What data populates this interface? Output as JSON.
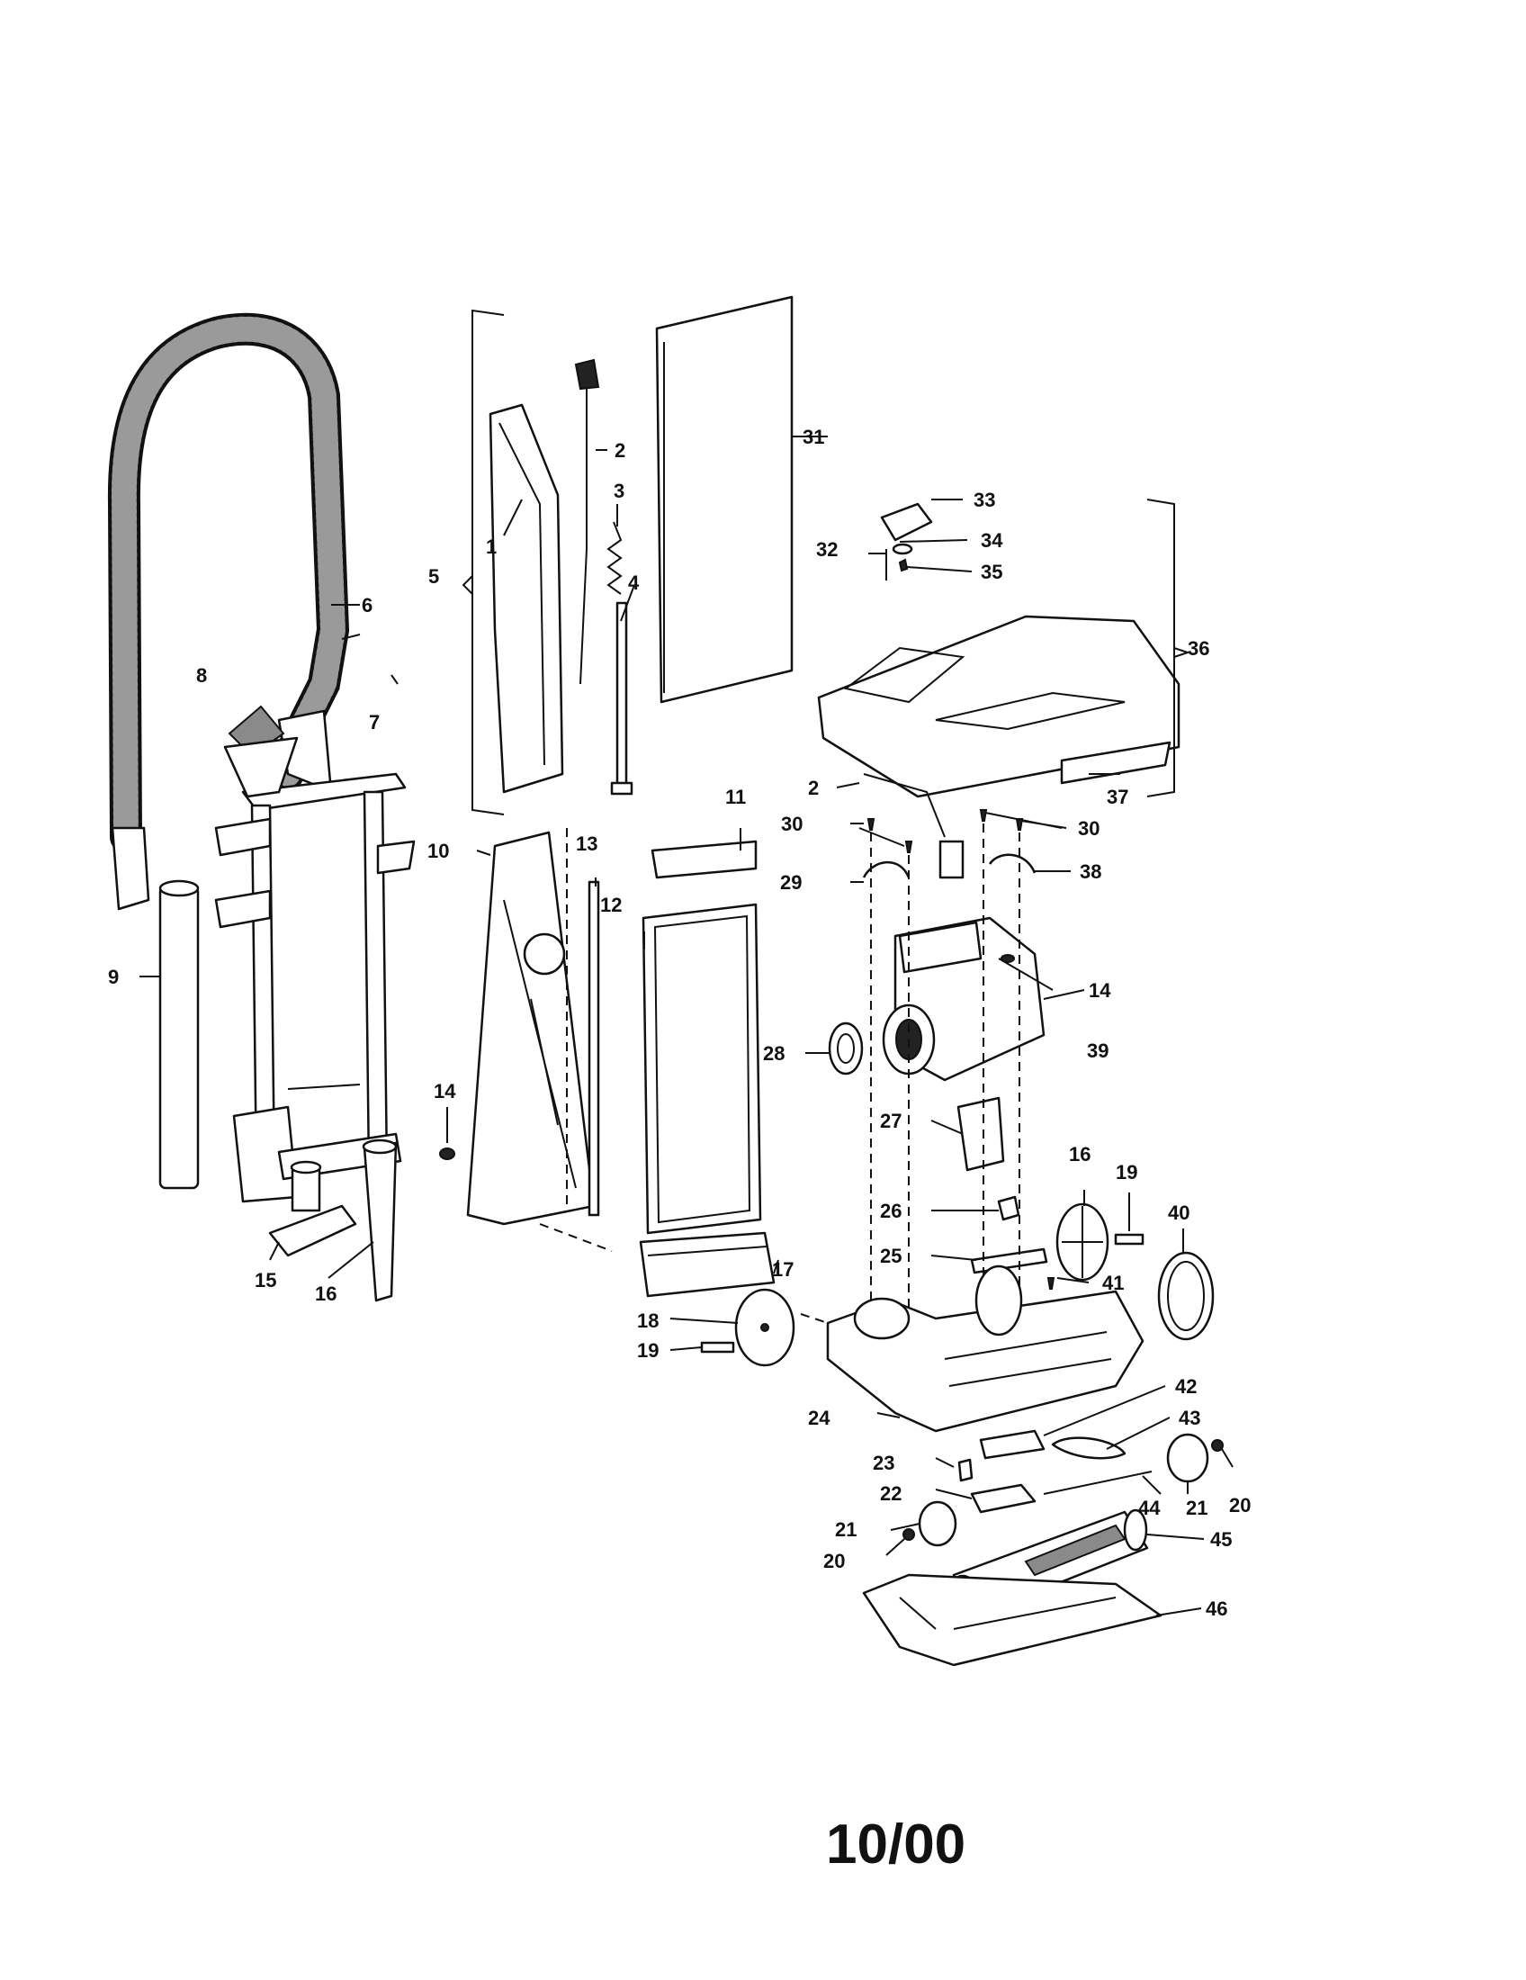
{
  "footer": {
    "code": "10/00"
  },
  "callouts": [
    {
      "id": "c1",
      "label": "1"
    },
    {
      "id": "c2a",
      "label": "2"
    },
    {
      "id": "c3",
      "label": "3"
    },
    {
      "id": "c4",
      "label": "4"
    },
    {
      "id": "c5",
      "label": "5"
    },
    {
      "id": "c6",
      "label": "6"
    },
    {
      "id": "c7",
      "label": "7"
    },
    {
      "id": "c8",
      "label": "8"
    },
    {
      "id": "c9",
      "label": "9"
    },
    {
      "id": "c10",
      "label": "10"
    },
    {
      "id": "c11",
      "label": "11"
    },
    {
      "id": "c12",
      "label": "12"
    },
    {
      "id": "c13",
      "label": "13"
    },
    {
      "id": "c14a",
      "label": "14"
    },
    {
      "id": "c14b",
      "label": "14"
    },
    {
      "id": "c15",
      "label": "15"
    },
    {
      "id": "c16a",
      "label": "16"
    },
    {
      "id": "c16b",
      "label": "16"
    },
    {
      "id": "c17",
      "label": "17"
    },
    {
      "id": "c18",
      "label": "18"
    },
    {
      "id": "c19a",
      "label": "19"
    },
    {
      "id": "c19b",
      "label": "19"
    },
    {
      "id": "c20a",
      "label": "20"
    },
    {
      "id": "c20b",
      "label": "20"
    },
    {
      "id": "c21a",
      "label": "21"
    },
    {
      "id": "c21b",
      "label": "21"
    },
    {
      "id": "c22",
      "label": "22"
    },
    {
      "id": "c23",
      "label": "23"
    },
    {
      "id": "c24",
      "label": "24"
    },
    {
      "id": "c25",
      "label": "25"
    },
    {
      "id": "c26",
      "label": "26"
    },
    {
      "id": "c27",
      "label": "27"
    },
    {
      "id": "c28",
      "label": "28"
    },
    {
      "id": "c29",
      "label": "29"
    },
    {
      "id": "c30a",
      "label": "30"
    },
    {
      "id": "c30b",
      "label": "30"
    },
    {
      "id": "c31",
      "label": "31"
    },
    {
      "id": "c32",
      "label": "32"
    },
    {
      "id": "c33",
      "label": "33"
    },
    {
      "id": "c34",
      "label": "34"
    },
    {
      "id": "c35",
      "label": "35"
    },
    {
      "id": "c36",
      "label": "36"
    },
    {
      "id": "c37",
      "label": "37"
    },
    {
      "id": "c38",
      "label": "38"
    },
    {
      "id": "c39",
      "label": "39"
    },
    {
      "id": "c2b",
      "label": "2"
    },
    {
      "id": "c40",
      "label": "40"
    },
    {
      "id": "c41",
      "label": "41"
    },
    {
      "id": "c42",
      "label": "42"
    },
    {
      "id": "c43",
      "label": "43"
    },
    {
      "id": "c44",
      "label": "44"
    },
    {
      "id": "c45",
      "label": "45"
    },
    {
      "id": "c46",
      "label": "46"
    }
  ]
}
